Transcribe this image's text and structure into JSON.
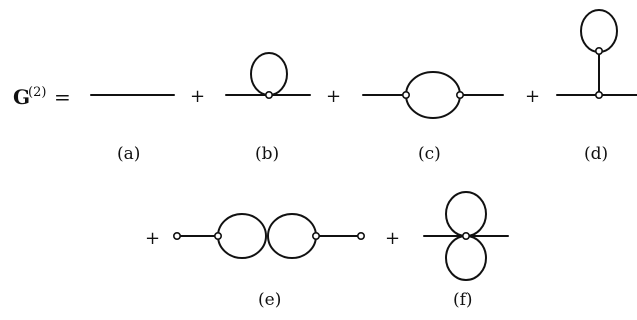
{
  "equation": {
    "lhs_base": "G",
    "lhs_superscript": "(2)",
    "equals": "=",
    "plus": "+"
  },
  "labels": {
    "a": "(a)",
    "b": "(b)",
    "c": "(c)",
    "d": "(d)",
    "e": "(e)",
    "f": "(f)"
  }
}
